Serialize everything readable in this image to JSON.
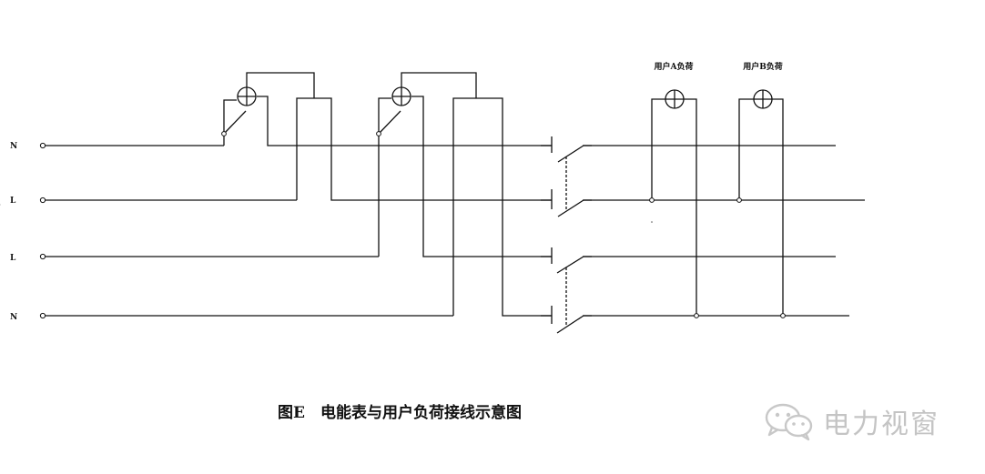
{
  "lines": [
    {
      "label": "N"
    },
    {
      "label": "L"
    },
    {
      "label": "L"
    },
    {
      "label": "N"
    }
  ],
  "loads": {
    "a": {
      "label": "用户A负荷"
    },
    "b": {
      "label": "用户B负荷"
    }
  },
  "caption": "图E　电能表与用户负荷接线示意图",
  "watermark": {
    "text": "电力视窗",
    "icon": "wechat-icon",
    "color": "#c4c4c4"
  }
}
